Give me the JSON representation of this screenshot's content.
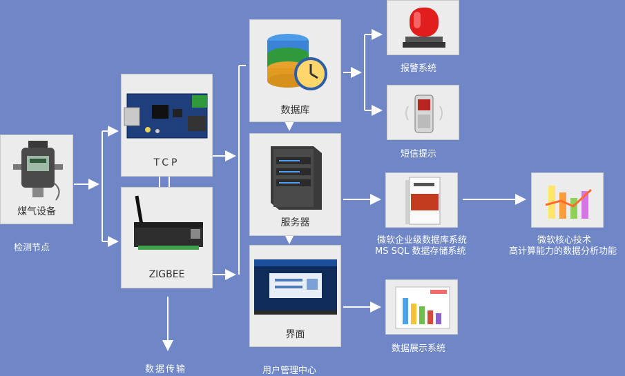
{
  "nodes": {
    "gas_device": "煤气设备",
    "detect_node": "检测节点",
    "tcp": "TCP",
    "zigbee": "ZIGBEE",
    "data_transfer": "数据传输",
    "database": "数据库",
    "server": "服务器",
    "interface": "界面",
    "user_center": "用户管理中心",
    "alarm": "报警系统",
    "sms": "短信提示",
    "mssql_line1": "微软企业级数据库系统",
    "mssql_line2": "MS SQL 数据存储系统",
    "core_line1": "微软核心技术",
    "core_line2": "高计算能力的数据分析功能",
    "display": "数据展示系统"
  }
}
